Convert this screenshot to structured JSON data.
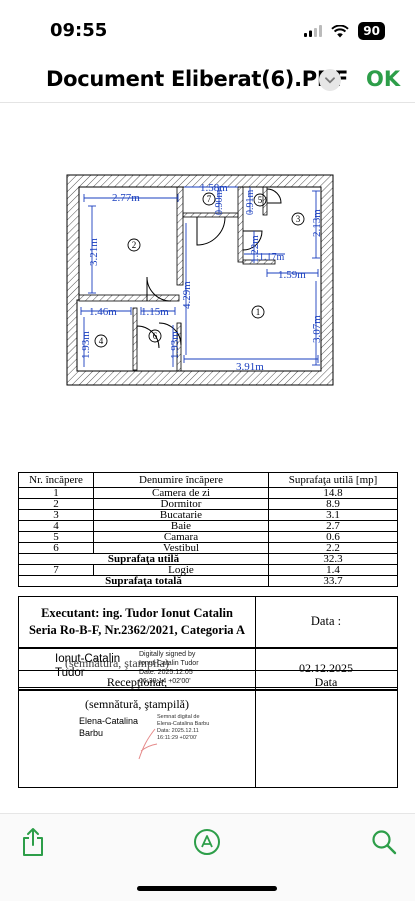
{
  "status": {
    "time": "09:55",
    "battery": "90"
  },
  "nav": {
    "title": "Document Eliberat(6).PDF",
    "done_label": "OK",
    "accent": "#2d9e49"
  },
  "plan": {
    "dims": {
      "d277": "2.77m",
      "d158": "1.58m",
      "d090": "0.90m",
      "d091": "0.91m",
      "d321": "3.21m",
      "d213": "2.13m",
      "d122": "1.22m",
      "d117": "1.17m",
      "d159": "1.59m",
      "d429": "4.29m",
      "d146": "1.46m",
      "d115": "1.15m",
      "d307": "3.07m",
      "d193a": "1.93m",
      "d193b": "1.93m",
      "d391": "3.91m"
    },
    "rooms": {
      "r1": "1",
      "r2": "2",
      "r3": "3",
      "r4": "4",
      "r5": "5",
      "r6": "6",
      "r7": "7"
    }
  },
  "table": {
    "headers": [
      "Nr. încăpere",
      "Denumire încăpere",
      "Suprafaţa utilă [mp]"
    ],
    "rows": [
      {
        "nr": "1",
        "name": "Camera de zi",
        "area": "14.8"
      },
      {
        "nr": "2",
        "name": "Dormitor",
        "area": "8.9"
      },
      {
        "nr": "3",
        "name": "Bucatarie",
        "area": "3.1"
      },
      {
        "nr": "4",
        "name": "Baie",
        "area": "2.7"
      },
      {
        "nr": "5",
        "name": "Camara",
        "area": "0.6"
      },
      {
        "nr": "6",
        "name": "Vestibul",
        "area": "2.2"
      }
    ],
    "useful": {
      "label": "Suprafaţa utilă",
      "area": "32.3"
    },
    "logie": {
      "nr": "7",
      "name": "Logie",
      "area": "1.4"
    },
    "total": {
      "label": "Suprafaţa totală",
      "area": "33.7"
    }
  },
  "executant": {
    "line1": "Executant: ing. Tudor Ionut Catalin",
    "line2": "Seria Ro-B-F, Nr.2362/2021, Categoria A",
    "data_label": "Data :"
  },
  "signature1": {
    "stamp": "(semnătura, ştampila)",
    "name_line1": "Ionut-Catalin",
    "name_line2": "Tudor",
    "digital_l1": "Digitally signed by",
    "digital_l2": "Ionut-Catalin Tudor",
    "digital_l3": "Date: 2025.12.05",
    "digital_l4": "06:39:14 +02'00'",
    "date": "02.12.2025"
  },
  "reception": {
    "label": "Recepţionat,",
    "data_label": "Data"
  },
  "signature2": {
    "stamp": "(semnătură, ştampilă)",
    "name_line1": "Elena-Catalina",
    "name_line2": "Barbu",
    "digital_l1": "Semnat digital de",
    "digital_l2": "Elena-Catalina Barbu",
    "digital_l3": "Data: 2025.12.11",
    "digital_l4": "16:11:29 +02'00'"
  },
  "toolbar": {
    "icons": [
      "share-icon",
      "markup-icon",
      "search-icon"
    ],
    "accent": "#2d9e49"
  }
}
